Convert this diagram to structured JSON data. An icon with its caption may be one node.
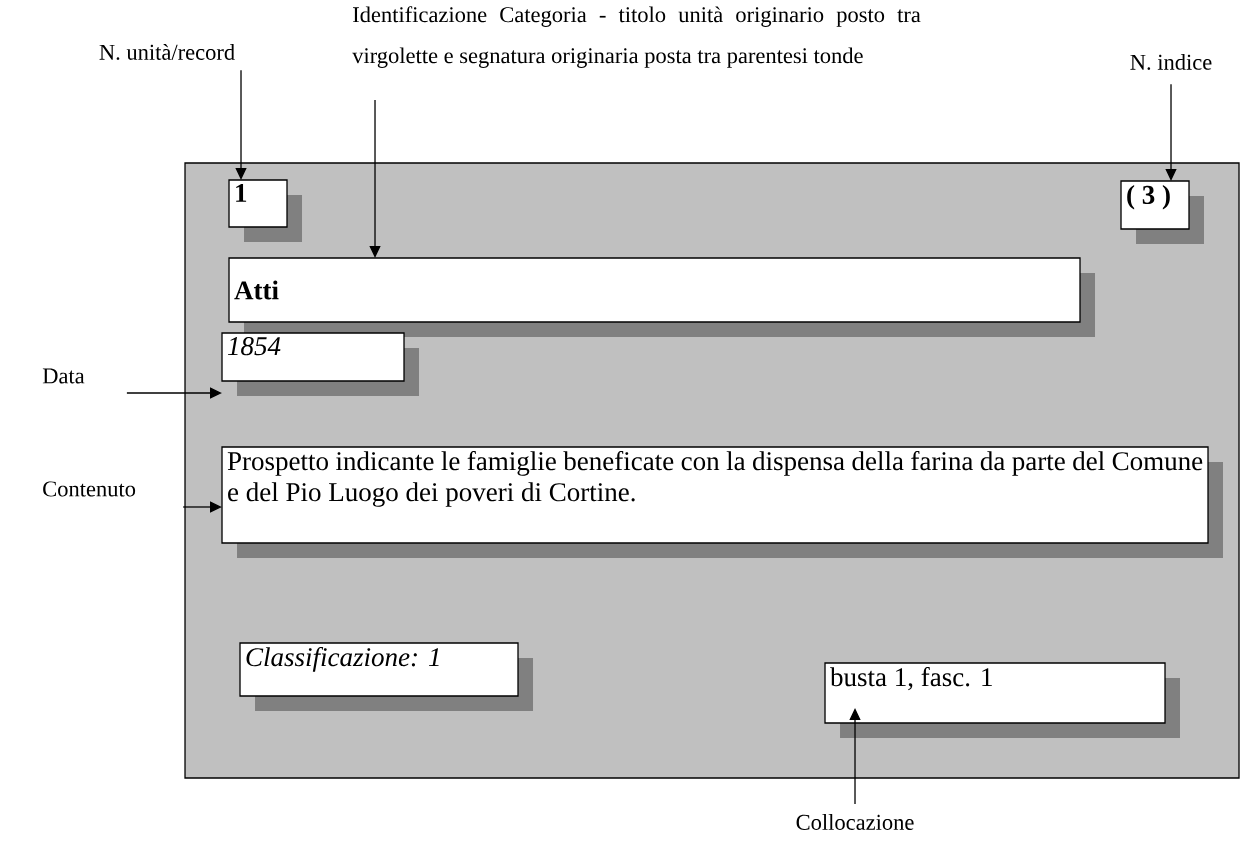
{
  "diagram": {
    "nodes": [
      {
        "text": [],
        "shape": "box"
      },
      {
        "text": [
          "1"
        ],
        "in": 0
      },
      {
        "text": [
          "( 3 )"
        ],
        "in": 0
      },
      {
        "text": [
          "Atti"
        ],
        "in": 0
      },
      {
        "text": [
          "1854"
        ],
        "in": 0
      },
      {
        "text": [
          "Prospetto indicante le famiglie beneficate con la dispensa della farina da parte del Comune e del Pio Luogo dei poveri di Cortine."
        ],
        "in": 0
      },
      {
        "text": [
          "Classificazione: 1"
        ],
        "in": 0
      },
      {
        "text": [
          "busta 1, fasc. 1"
        ],
        "in": 0
      },
      {
        "text": [
          "N. unità/record"
        ]
      },
      {
        "text": [
          "Identificazione Categoria - titolo unità originario posto tra virgolette e segnatura originaria posta tra parentesi tonde"
        ]
      },
      {
        "text": [
          "N. indice"
        ]
      },
      {
        "text": [
          "Data"
        ]
      },
      {
        "text": [
          "Contenuto"
        ]
      },
      {
        "text": [
          "Collocazione"
        ]
      }
    ],
    "edges": [
      {
        "from": 8,
        "to": 1,
        "arrow": "to"
      },
      {
        "from": 9,
        "to": 3,
        "arrow": "to"
      },
      {
        "from": 10,
        "to": 2,
        "arrow": "to"
      },
      {
        "from": 11,
        "to": 4,
        "arrow": "to"
      },
      {
        "from": 12,
        "to": 5,
        "arrow": "to"
      },
      {
        "from": 13,
        "to": 7,
        "arrow": "to"
      }
    ]
  }
}
